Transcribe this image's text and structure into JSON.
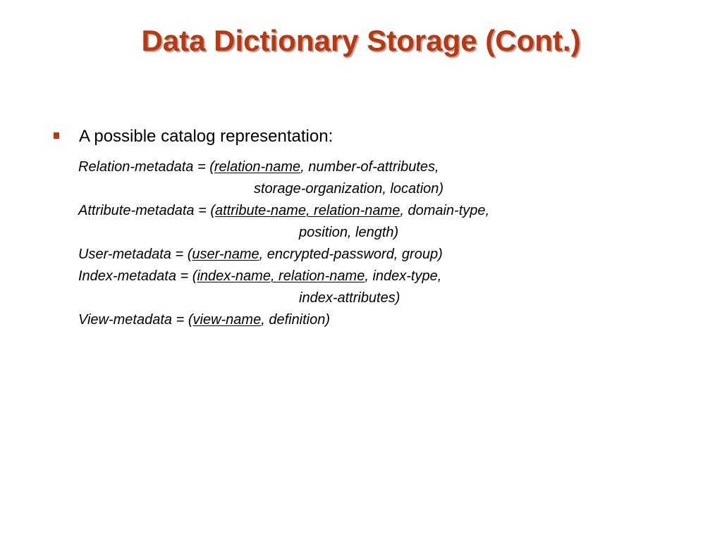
{
  "slide": {
    "title": "Data Dictionary Storage (Cont.)",
    "title_color": "#c0360c",
    "bullet_color": "#c0360c",
    "bullet": {
      "text": "A possible catalog representation:"
    },
    "relation": {
      "prefix": "Relation-metadata = (",
      "key": "relation-name",
      "rest": ", number-of-attributes,",
      "cont": "storage-organization, location)"
    },
    "attribute": {
      "prefix": "Attribute-metadata = (",
      "key": "attribute-name, relation-name",
      "rest": ", domain-type,",
      "cont": "position, length)"
    },
    "user": {
      "prefix": "User-metadata = (",
      "key": "user-name",
      "rest": ", encrypted-password, group)"
    },
    "index": {
      "prefix": "Index-metadata = (",
      "key": "index-name, relation-name",
      "rest": ", index-type,",
      "cont": "index-attributes)"
    },
    "view": {
      "prefix": "View-metadata = (",
      "key": "view-name",
      "rest": ", definition)"
    }
  }
}
